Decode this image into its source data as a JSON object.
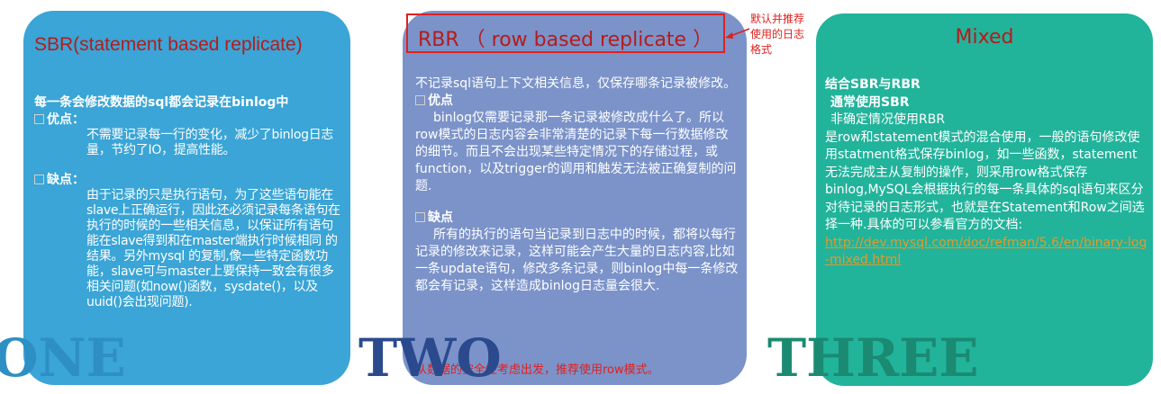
{
  "sbr": {
    "title": "SBR(statement based replicate)",
    "intro": "每一条会修改数据的sql都会记录在binlog中",
    "pros_label": "优点：",
    "pros_text": "不需要记录每一行的变化，减少了binlog日志量，节约了IO，提高性能。",
    "cons_label": "缺点：",
    "cons_text": "由于记录的只是执行语句，为了这些语句能在slave上正确运行，因此还必须记录每条语句在执行的时候的一些相关信息，以保证所有语句能在slave得到和在master端执行时候相同 的结果。另外mysql 的复制,像一些特定函数功能，slave可与master上要保持一致会有很多相关问题(如now()函数，sysdate()，以及uuid()会出现问题)."
  },
  "rbr": {
    "title": "RBR （ row based replicate ）",
    "annotation": "默认并推荐使用的日志格式",
    "intro": "不记录sql语句上下文相关信息，仅保存哪条记录被修改。",
    "pros_label": "优点",
    "pros_text": "binlog仅需要记录那一条记录被修改成什么了。所以row模式的日志内容会非常清楚的记录下每一行数据修改的细节。而且不会出现某些特定情况下的存储过程，或function，以及trigger的调用和触发无法被正确复制的问题.",
    "cons_label": "缺点",
    "cons_text": "所有的执行的语句当记录到日志中的时候，都将以每行记录的修改来记录，这样可能会产生大量的日志内容,比如一条update语句，修改多条记录，则binlog中每一条修改都会有记录，这样造成binlog日志量会很大.",
    "note": "从数据的安全性考虑出发，推荐使用row模式。"
  },
  "mixed": {
    "title": "Mixed",
    "line1": "结合SBR与RBR",
    "line2": "通常使用SBR",
    "line3": "非确定情况使用RBR",
    "body": "是row和statement模式的混合使用，一般的语句修改使用statment格式保存binlog，如一些函数，statement无法完成主从复制的操作，则采用row格式保存binlog,MySQL会根据执行的每一条具体的sql语句来区分对待记录的日志形式，也就是在Statement和Row之间选择一种.具体的可以参看官方的文档:",
    "link": "http://dev.mysql.com/doc/refman/5.6/en/binary-log-mixed.html"
  },
  "labels": {
    "one": "ONE",
    "two": "TWO",
    "three": "THREE"
  },
  "colors": {
    "sbr_bg": "#3aa5d6",
    "rbr_bg": "#7b93c9",
    "mixed_bg": "#22b39b",
    "title_red": "#b41c1c",
    "annotation_red": "#e02020",
    "link_orange": "#e39a2a"
  }
}
